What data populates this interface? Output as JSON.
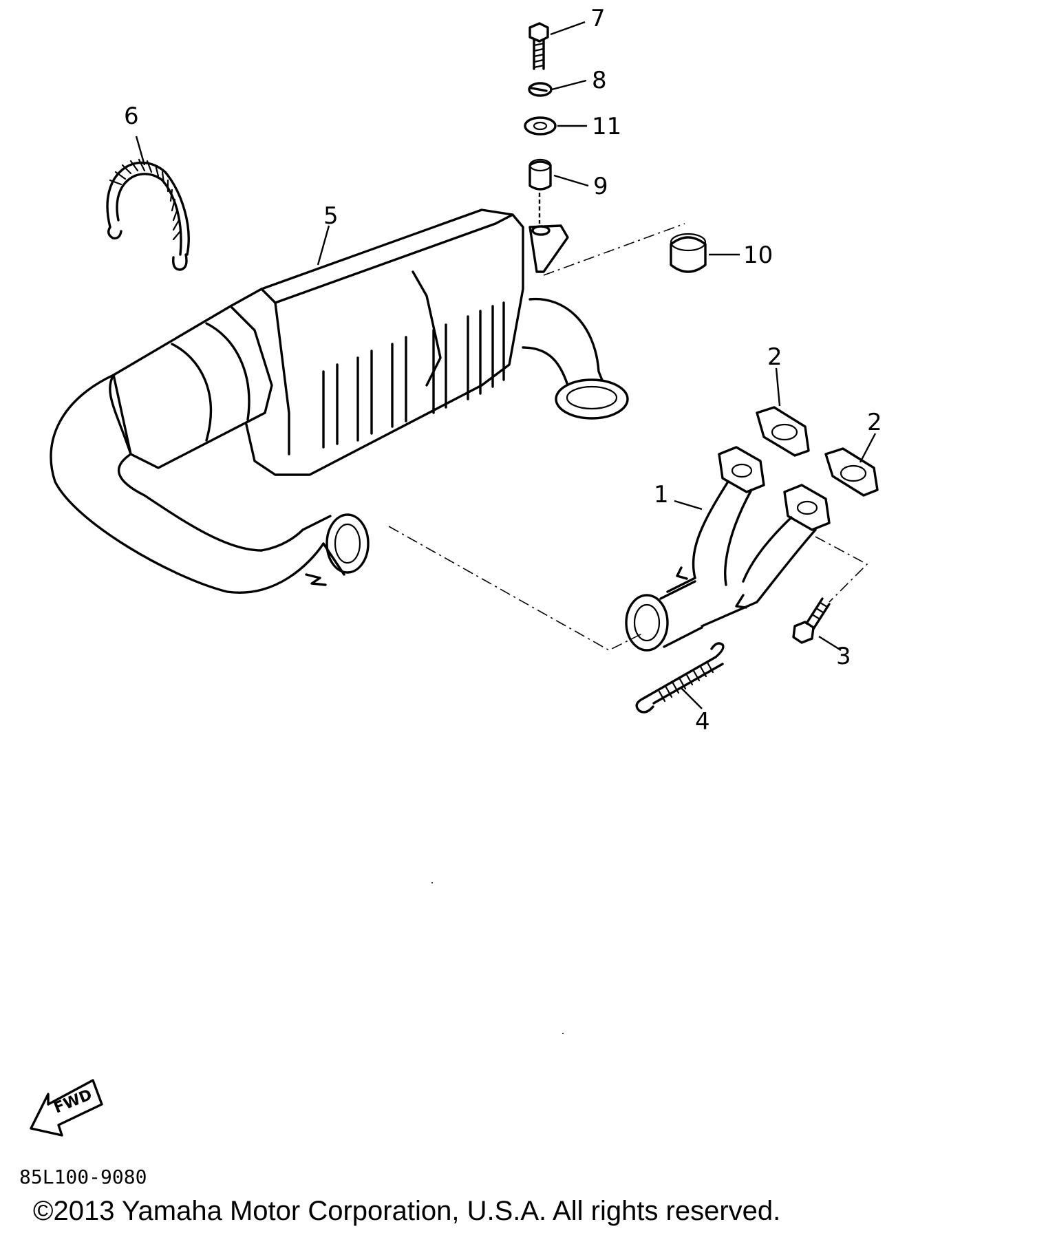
{
  "diagram": {
    "callouts": [
      "1",
      "2",
      "2",
      "3",
      "4",
      "5",
      "6",
      "7",
      "8",
      "9",
      "10",
      "11"
    ],
    "direction_label": "FWD",
    "diagram_code": "85L100-9080"
  },
  "footer": {
    "copyright": "©2013 Yamaha Motor Corporation, U.S.A. All rights reserved."
  }
}
